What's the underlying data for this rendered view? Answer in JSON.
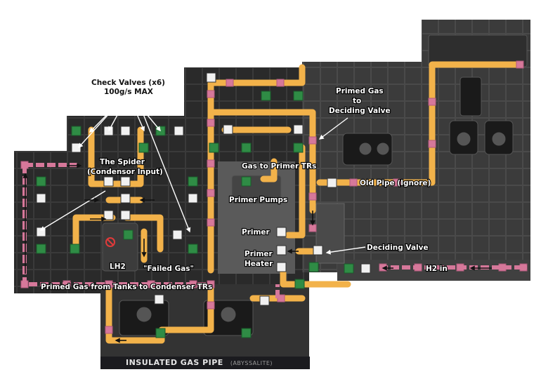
{
  "labels": {
    "check_valves": "Check Valves (x6)",
    "check_valves_rate": "100g/s MAX",
    "spider_line1": "The Spider",
    "spider_line2": "(Condensor Input)",
    "primed_gas_line1": "Primed Gas",
    "primed_gas_line2": "to",
    "primed_gas_line3": "Deciding Valve",
    "gas_to_primer": "Gas to Primer TRs",
    "old_pipe": "Old Pipe (Ignore)",
    "primer_pumps": "Primer Pumps",
    "primer": "Primer",
    "primer_heater_line1": "Primer",
    "primer_heater_line2": "Heater",
    "deciding_valve": "Deciding Valve",
    "lh2": "LH2",
    "failed_gas": "\"Failed Gas\"",
    "h2_in": "H2 in",
    "primed_from_tanks": "Primed Gas from Tanks to Condenser TRs"
  },
  "hover_banner": {
    "title": "INSULATED GAS PIPE",
    "material": "(ABYSSALITE)"
  },
  "colors": {
    "insulated_pipe": "#f2b24a",
    "pipe_joint": "#d6789a",
    "port_green": "#2f8c45",
    "port_white": "#f1f1f1",
    "background_tile": "#2c2c2c"
  },
  "icons": {
    "gas_port_input": "arrow-up-icon",
    "gas_port_output": "arrow-down-icon",
    "no_power": "no-power-icon"
  }
}
